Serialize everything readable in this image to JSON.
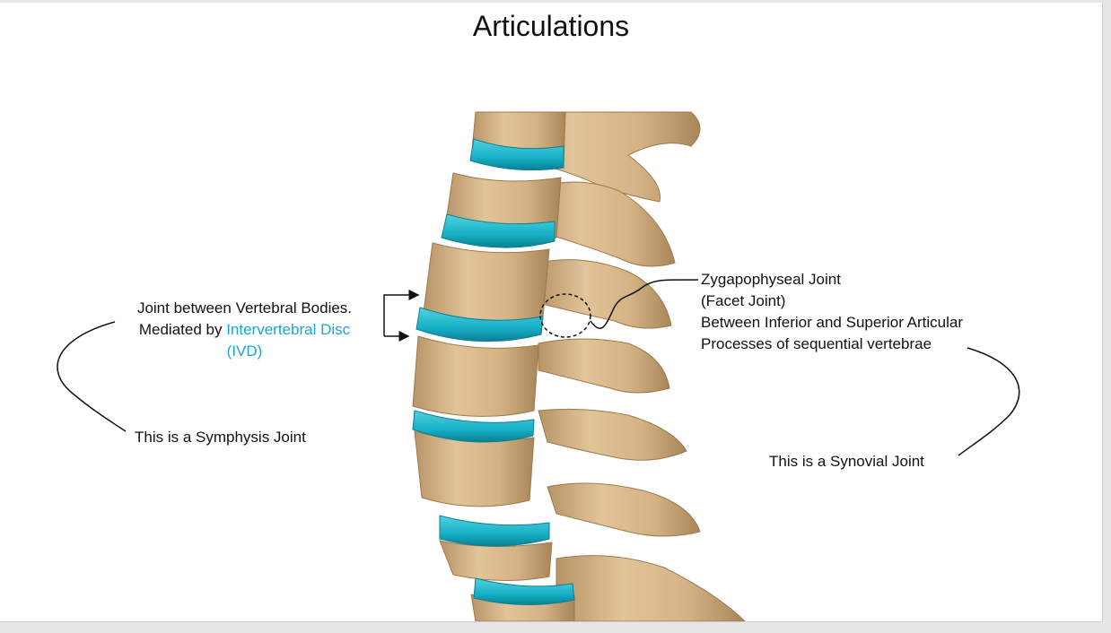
{
  "slide": {
    "title": "Articulations",
    "left_label": {
      "line1": "Joint between Vertebral Bodies.",
      "line2_prefix": "Mediated by ",
      "line2_link": "Intervertebral Disc",
      "line3": "(IVD)"
    },
    "left_note": "This is a Symphysis Joint",
    "right_label": {
      "line1": "Zygapophyseal Joint",
      "line2": "(Facet Joint)",
      "line3": "Between Inferior and Superior Articular",
      "line4": "Processes of sequential vertebrae"
    },
    "right_note": "This is a Synovial Joint"
  },
  "colors": {
    "bone": "#d8b98a",
    "bone_shadow": "#a9875a",
    "disc": "#19b4c8",
    "accent_text": "#1aa7c9"
  }
}
